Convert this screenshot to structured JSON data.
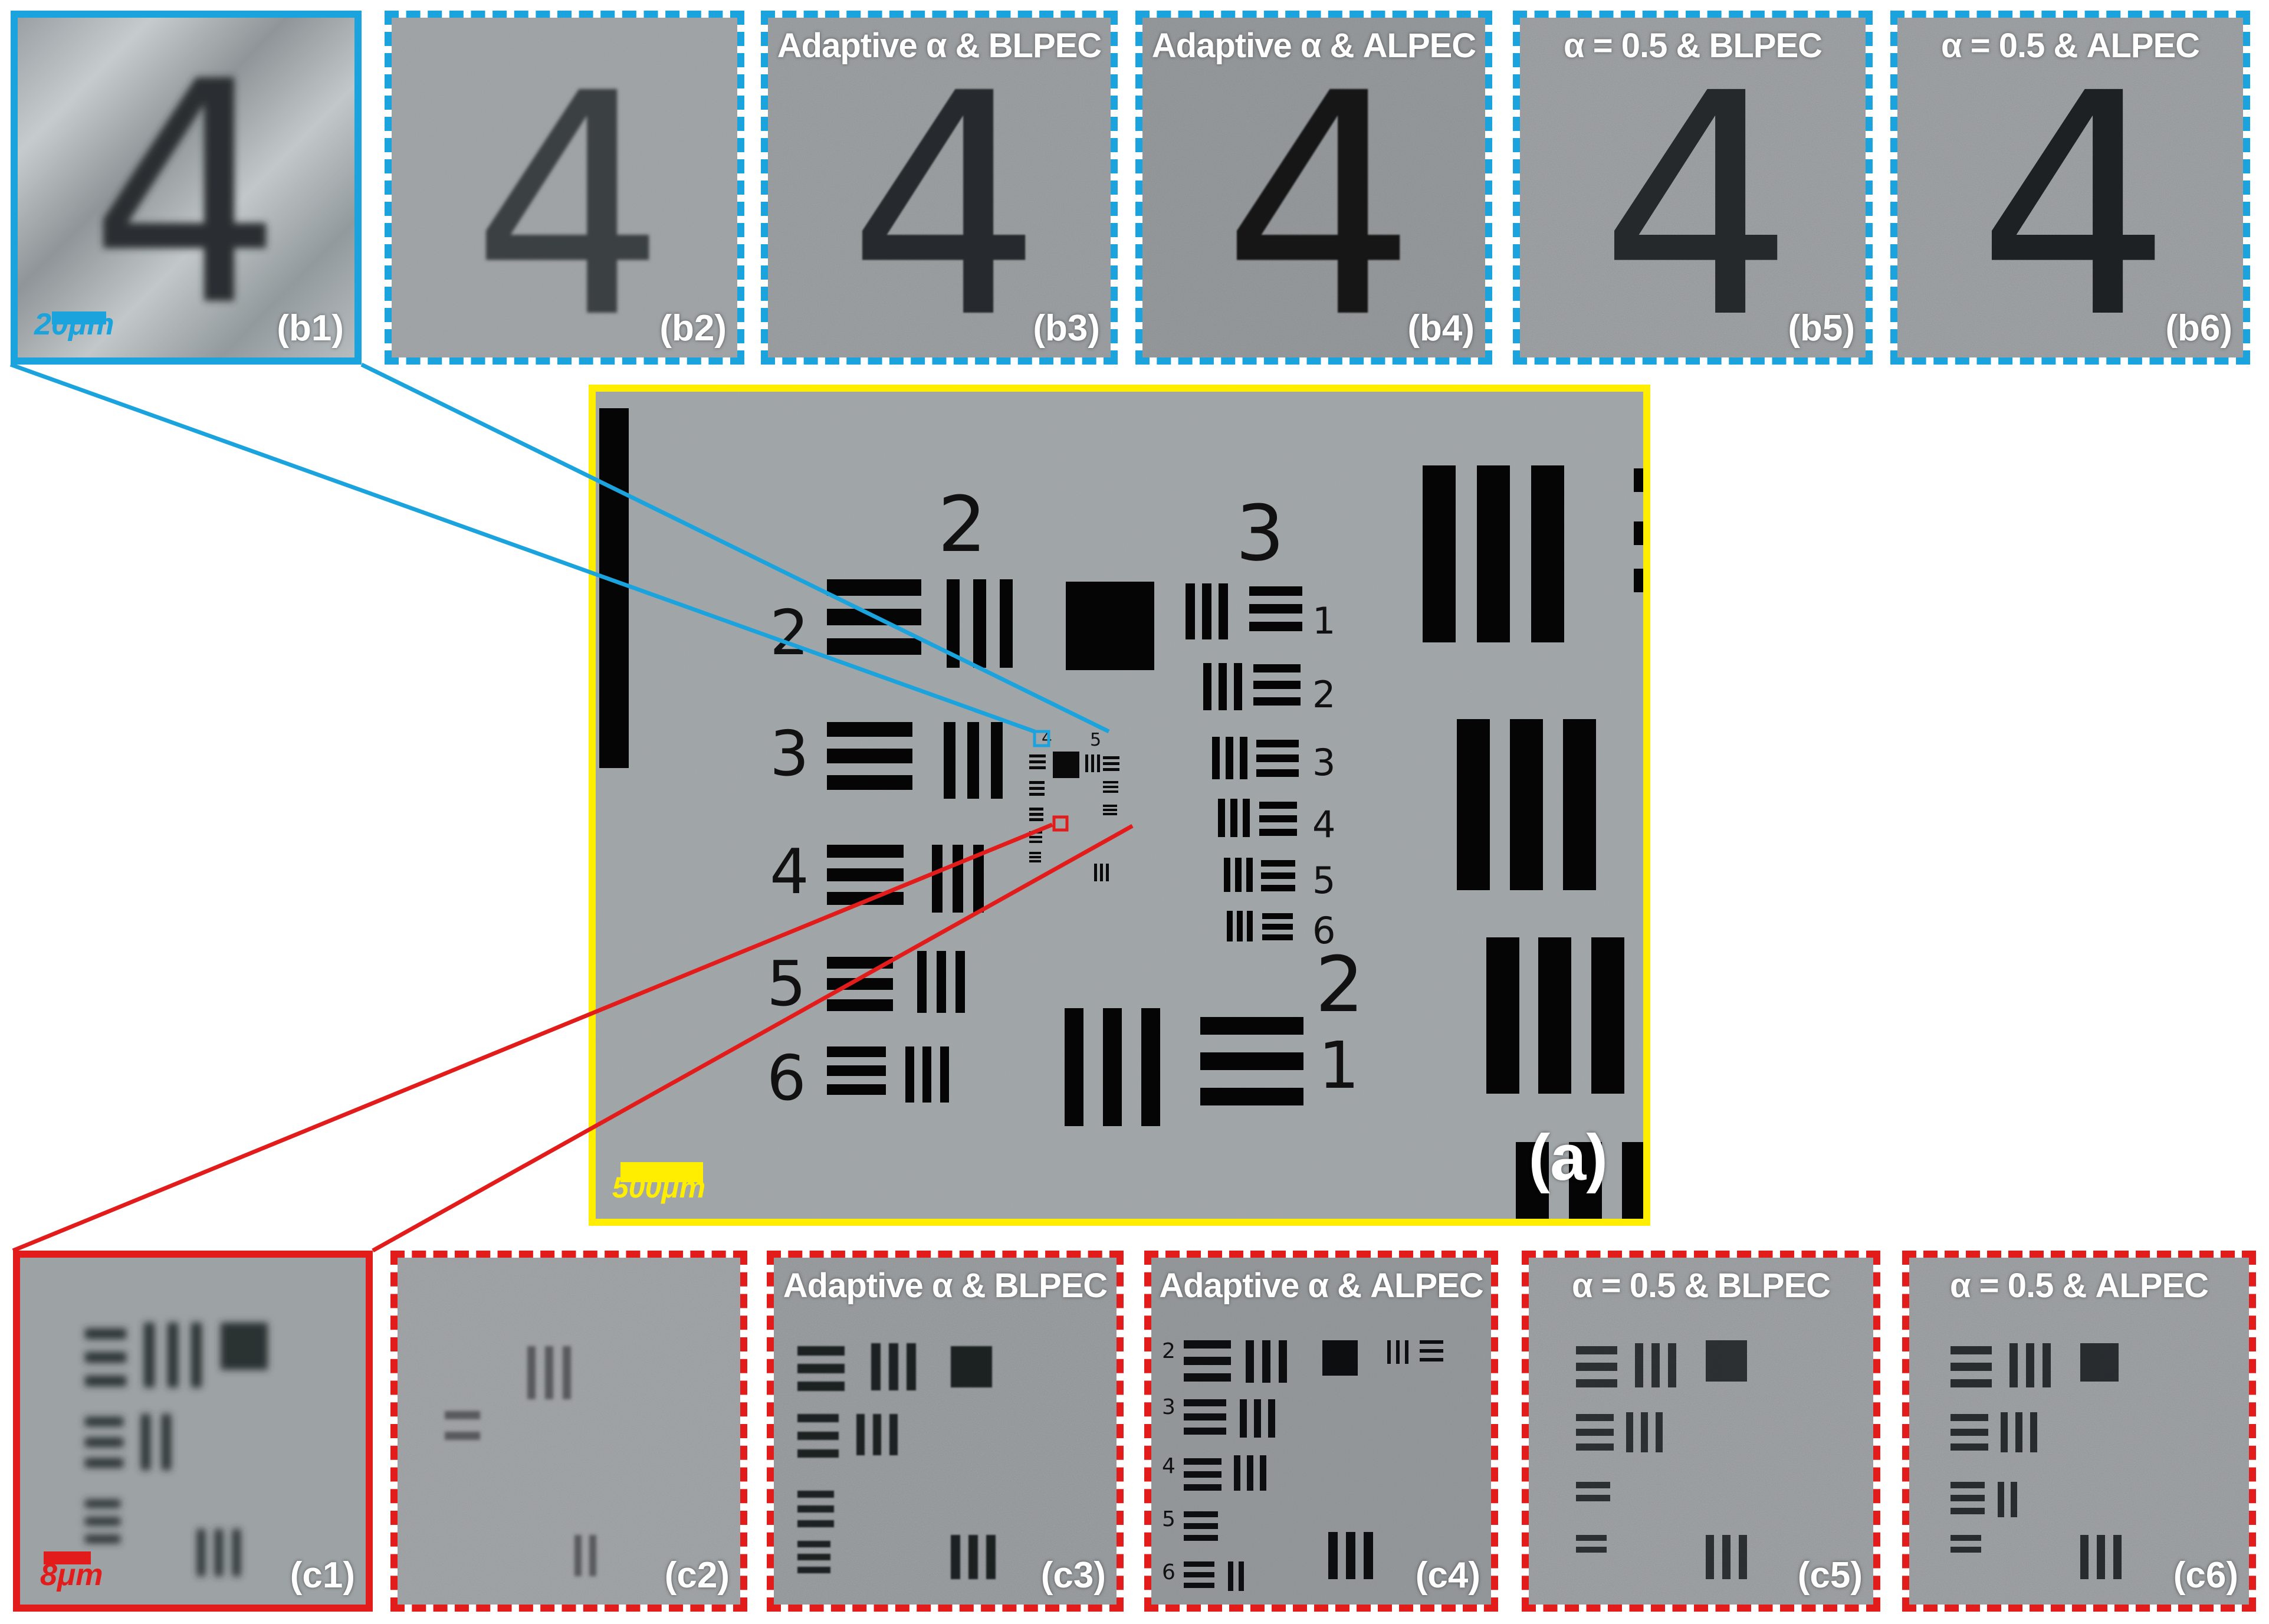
{
  "figure": {
    "main": {
      "label": "(a)",
      "scalebar": "500μm",
      "color": "#ffee00",
      "target_text": {
        "big_2_left": "2",
        "big_3": "3",
        "rows_left": [
          "2",
          "3",
          "4",
          "5",
          "6"
        ],
        "rows_right": [
          "1",
          "2",
          "3",
          "4",
          "5",
          "6"
        ],
        "big_2_right": "2",
        "big_1_right": "1",
        "center_group_top": "4",
        "center_group_five": "5"
      }
    },
    "row_b": {
      "color": "#1aa3dc",
      "digit": "4",
      "scalebar": "20μm",
      "panels": [
        {
          "label": "(b1)",
          "title": ""
        },
        {
          "label": "(b2)",
          "title": ""
        },
        {
          "label": "(b3)",
          "title": "Adaptive α & BLPEC"
        },
        {
          "label": "(b4)",
          "title": "Adaptive α & ALPEC"
        },
        {
          "label": "(b5)",
          "title": "α = 0.5 & BLPEC"
        },
        {
          "label": "(b6)",
          "title": "α = 0.5 & ALPEC"
        }
      ]
    },
    "row_c": {
      "color": "#e21b1b",
      "scalebar": "8μm",
      "digits": [
        "2",
        "3",
        "4",
        "5",
        "6"
      ],
      "panels": [
        {
          "label": "(c1)",
          "title": ""
        },
        {
          "label": "(c2)",
          "title": ""
        },
        {
          "label": "(c3)",
          "title": "Adaptive α & BLPEC"
        },
        {
          "label": "(c4)",
          "title": "Adaptive α & ALPEC"
        },
        {
          "label": "(c5)",
          "title": "α = 0.5 & BLPEC"
        },
        {
          "label": "(c6)",
          "title": "α = 0.5 & ALPEC"
        }
      ]
    }
  }
}
